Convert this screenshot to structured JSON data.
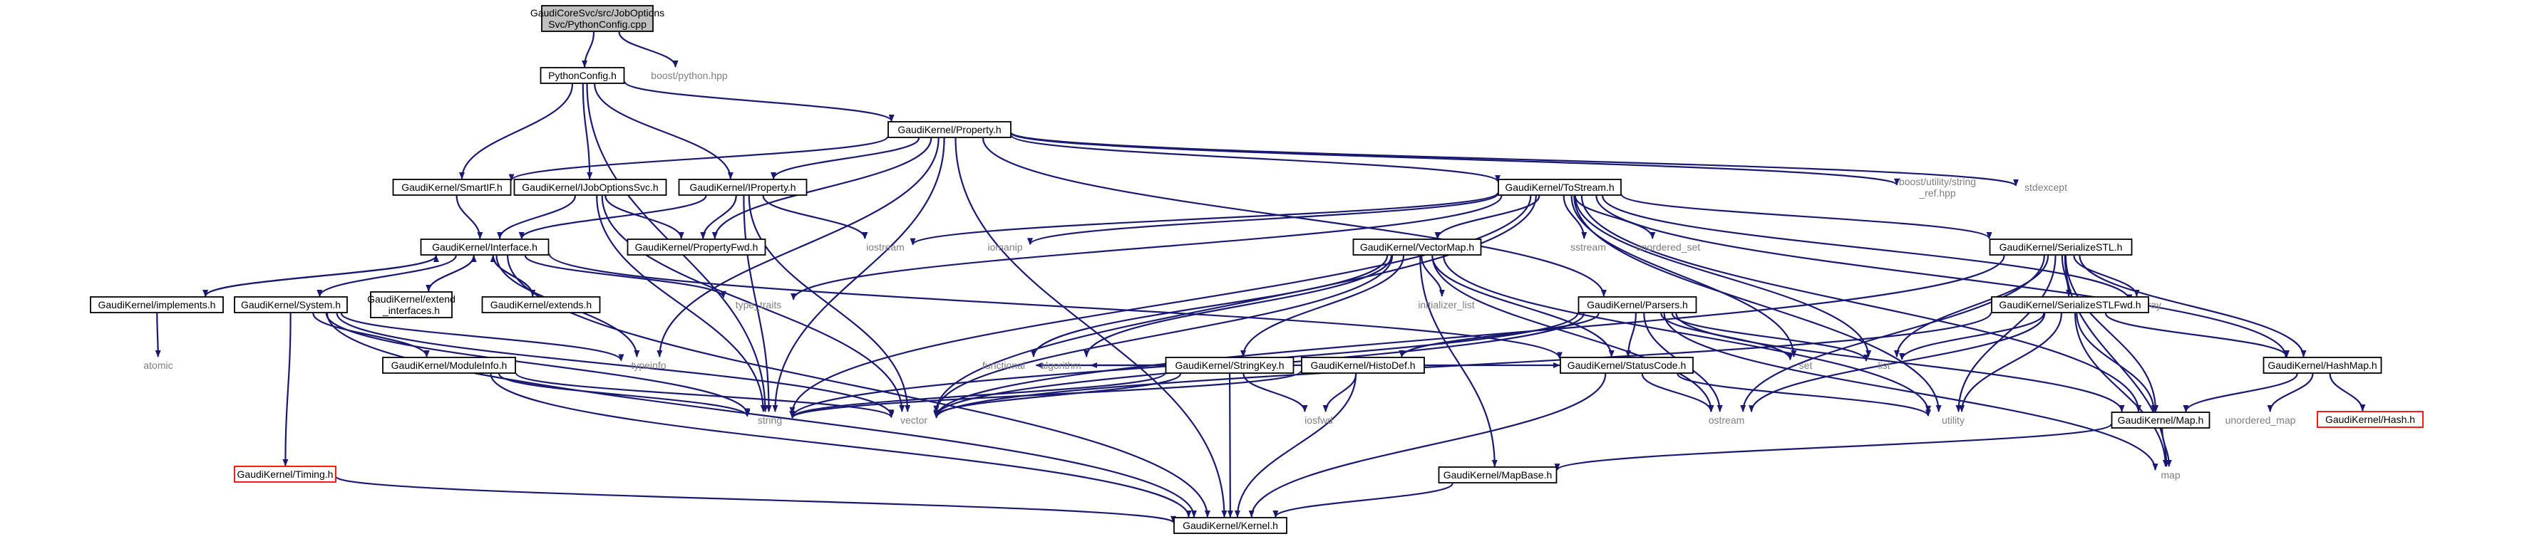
{
  "diagram": {
    "colors": {
      "edge": "#191970",
      "box_border": "#000000",
      "root_fill": "#bfbfbf",
      "node_fill": "#ffffff",
      "missing_border": "#ff0000",
      "label": "#000000",
      "system_label": "#7f7f7f"
    },
    "nodes": [
      {
        "id": "root",
        "lines": [
          "GaudiCoreSvc/src/JobOptions",
          "Svc/PythonConfig.cpp"
        ],
        "style": "root"
      },
      {
        "id": "pythonconfig_h",
        "lines": [
          "PythonConfig.h"
        ],
        "style": "box"
      },
      {
        "id": "boost_python",
        "lines": [
          "boost/python.hpp"
        ],
        "style": "plain"
      },
      {
        "id": "property_h",
        "lines": [
          "GaudiKernel/Property.h"
        ],
        "style": "box"
      },
      {
        "id": "smartif_h",
        "lines": [
          "GaudiKernel/SmartIF.h"
        ],
        "style": "box"
      },
      {
        "id": "ijoboptionssvc_h",
        "lines": [
          "GaudiKernel/IJobOptionsSvc.h"
        ],
        "style": "box"
      },
      {
        "id": "iproperty_h",
        "lines": [
          "GaudiKernel/IProperty.h"
        ],
        "style": "box"
      },
      {
        "id": "tostream_h",
        "lines": [
          "GaudiKernel/ToStream.h"
        ],
        "style": "box"
      },
      {
        "id": "boost_string_ref",
        "lines": [
          "boost/utility/string",
          "_ref.hpp"
        ],
        "style": "plain"
      },
      {
        "id": "stdexcept",
        "lines": [
          "stdexcept"
        ],
        "style": "plain"
      },
      {
        "id": "interface_h",
        "lines": [
          "GaudiKernel/Interface.h"
        ],
        "style": "box"
      },
      {
        "id": "propertyfwd_h",
        "lines": [
          "GaudiKernel/PropertyFwd.h"
        ],
        "style": "box"
      },
      {
        "id": "iostream",
        "lines": [
          "iostream"
        ],
        "style": "plain"
      },
      {
        "id": "iomanip",
        "lines": [
          "iomanip"
        ],
        "style": "plain"
      },
      {
        "id": "vectormap_h",
        "lines": [
          "GaudiKernel/VectorMap.h"
        ],
        "style": "box"
      },
      {
        "id": "sstream",
        "lines": [
          "sstream"
        ],
        "style": "plain"
      },
      {
        "id": "unordered_set",
        "lines": [
          "unordered_set"
        ],
        "style": "plain"
      },
      {
        "id": "serializestl_h",
        "lines": [
          "GaudiKernel/SerializeSTL.h"
        ],
        "style": "box"
      },
      {
        "id": "implements_h",
        "lines": [
          "GaudiKernel/implements.h"
        ],
        "style": "box"
      },
      {
        "id": "system_h",
        "lines": [
          "GaudiKernel/System.h"
        ],
        "style": "box"
      },
      {
        "id": "extend_interfaces_h",
        "lines": [
          "GaudiKernel/extend",
          "_interfaces.h"
        ],
        "style": "box"
      },
      {
        "id": "extends_h",
        "lines": [
          "GaudiKernel/extends.h"
        ],
        "style": "box"
      },
      {
        "id": "type_traits",
        "lines": [
          "type_traits"
        ],
        "style": "plain"
      },
      {
        "id": "initializer_list",
        "lines": [
          "initializer_list"
        ],
        "style": "plain"
      },
      {
        "id": "parsers_h",
        "lines": [
          "GaudiKernel/Parsers.h"
        ],
        "style": "box"
      },
      {
        "id": "array",
        "lines": [
          "array"
        ],
        "style": "plain"
      },
      {
        "id": "serializestlfwd_h",
        "lines": [
          "GaudiKernel/SerializeSTLFwd.h"
        ],
        "style": "box"
      },
      {
        "id": "atomic",
        "lines": [
          "atomic"
        ],
        "style": "plain"
      },
      {
        "id": "stringkey_h",
        "lines": [
          "GaudiKernel/StringKey.h"
        ],
        "style": "box"
      },
      {
        "id": "typeinfo",
        "lines": [
          "typeinfo"
        ],
        "style": "plain"
      },
      {
        "id": "moduleinfo_h",
        "lines": [
          "GaudiKernel/ModuleInfo.h"
        ],
        "style": "box"
      },
      {
        "id": "functional",
        "lines": [
          "functional"
        ],
        "style": "plain"
      },
      {
        "id": "algorithm",
        "lines": [
          "algorithm"
        ],
        "style": "plain"
      },
      {
        "id": "histodef_h",
        "lines": [
          "GaudiKernel/HistoDef.h"
        ],
        "style": "box"
      },
      {
        "id": "statuscode_h",
        "lines": [
          "GaudiKernel/StatusCode.h"
        ],
        "style": "box"
      },
      {
        "id": "set",
        "lines": [
          "set"
        ],
        "style": "plain"
      },
      {
        "id": "list",
        "lines": [
          "list"
        ],
        "style": "plain"
      },
      {
        "id": "hashmap_h",
        "lines": [
          "GaudiKernel/HashMap.h"
        ],
        "style": "box"
      },
      {
        "id": "string",
        "lines": [
          "string"
        ],
        "style": "plain"
      },
      {
        "id": "vector",
        "lines": [
          "vector"
        ],
        "style": "plain"
      },
      {
        "id": "iosfwd",
        "lines": [
          "iosfwd"
        ],
        "style": "plain"
      },
      {
        "id": "ostream",
        "lines": [
          "ostream"
        ],
        "style": "plain"
      },
      {
        "id": "utility",
        "lines": [
          "utility"
        ],
        "style": "plain"
      },
      {
        "id": "map_h",
        "lines": [
          "GaudiKernel/Map.h"
        ],
        "style": "box"
      },
      {
        "id": "unordered_map",
        "lines": [
          "unordered_map"
        ],
        "style": "plain"
      },
      {
        "id": "hash_h",
        "lines": [
          "GaudiKernel/Hash.h"
        ],
        "style": "missing"
      },
      {
        "id": "timing_h",
        "lines": [
          "GaudiKernel/Timing.h"
        ],
        "style": "missing"
      },
      {
        "id": "mapbase_h",
        "lines": [
          "GaudiKernel/MapBase.h"
        ],
        "style": "box"
      },
      {
        "id": "map",
        "lines": [
          "map"
        ],
        "style": "plain"
      },
      {
        "id": "kernel_h",
        "lines": [
          "GaudiKernel/Kernel.h"
        ],
        "style": "box"
      }
    ],
    "edges": [
      [
        "root",
        "pythonconfig_h"
      ],
      [
        "root",
        "boost_python"
      ],
      [
        "pythonconfig_h",
        "property_h"
      ],
      [
        "pythonconfig_h",
        "smartif_h"
      ],
      [
        "pythonconfig_h",
        "ijoboptionssvc_h"
      ],
      [
        "pythonconfig_h",
        "iproperty_h"
      ],
      [
        "pythonconfig_h",
        "string"
      ],
      [
        "property_h",
        "smartif_h"
      ],
      [
        "property_h",
        "iproperty_h"
      ],
      [
        "property_h",
        "propertyfwd_h"
      ],
      [
        "property_h",
        "tostream_h"
      ],
      [
        "property_h",
        "parsers_h"
      ],
      [
        "property_h",
        "string"
      ],
      [
        "property_h",
        "typeinfo"
      ],
      [
        "property_h",
        "boost_string_ref"
      ],
      [
        "property_h",
        "stdexcept"
      ],
      [
        "property_h",
        "kernel_h"
      ],
      [
        "smartif_h",
        "interface_h"
      ],
      [
        "ijoboptionssvc_h",
        "interface_h"
      ],
      [
        "ijoboptionssvc_h",
        "propertyfwd_h"
      ],
      [
        "ijoboptionssvc_h",
        "string"
      ],
      [
        "ijoboptionssvc_h",
        "vector"
      ],
      [
        "iproperty_h",
        "interface_h"
      ],
      [
        "iproperty_h",
        "propertyfwd_h"
      ],
      [
        "iproperty_h",
        "iostream"
      ],
      [
        "iproperty_h",
        "string"
      ],
      [
        "iproperty_h",
        "vector"
      ],
      [
        "tostream_h",
        "iostream"
      ],
      [
        "tostream_h",
        "iomanip"
      ],
      [
        "tostream_h",
        "vectormap_h"
      ],
      [
        "tostream_h",
        "sstream"
      ],
      [
        "tostream_h",
        "unordered_set"
      ],
      [
        "tostream_h",
        "serializestl_h"
      ],
      [
        "tostream_h",
        "array"
      ],
      [
        "tostream_h",
        "type_traits"
      ],
      [
        "tostream_h",
        "string"
      ],
      [
        "tostream_h",
        "vector"
      ],
      [
        "tostream_h",
        "list"
      ],
      [
        "tostream_h",
        "set"
      ],
      [
        "tostream_h",
        "map_h"
      ],
      [
        "tostream_h",
        "hashmap_h"
      ],
      [
        "tostream_h",
        "utility"
      ],
      [
        "interface_h",
        "implements_h"
      ],
      [
        "interface_h",
        "system_h"
      ],
      [
        "interface_h",
        "extend_interfaces_h"
      ],
      [
        "interface_h",
        "extends_h"
      ],
      [
        "interface_h",
        "type_traits"
      ],
      [
        "interface_h",
        "typeinfo"
      ],
      [
        "interface_h",
        "statuscode_h"
      ],
      [
        "interface_h",
        "kernel_h"
      ],
      [
        "implements_h",
        "interface_h"
      ],
      [
        "implements_h",
        "atomic"
      ],
      [
        "extend_interfaces_h",
        "interface_h"
      ],
      [
        "extends_h",
        "interface_h"
      ],
      [
        "system_h",
        "moduleinfo_h"
      ],
      [
        "system_h",
        "timing_h"
      ],
      [
        "system_h",
        "typeinfo"
      ],
      [
        "system_h",
        "string"
      ],
      [
        "system_h",
        "vector"
      ],
      [
        "system_h",
        "kernel_h"
      ],
      [
        "moduleinfo_h",
        "string"
      ],
      [
        "moduleinfo_h",
        "vector"
      ],
      [
        "moduleinfo_h",
        "kernel_h"
      ],
      [
        "timing_h",
        "kernel_h"
      ],
      [
        "vectormap_h",
        "stringkey_h"
      ],
      [
        "vectormap_h",
        "functional"
      ],
      [
        "vectormap_h",
        "algorithm"
      ],
      [
        "vectormap_h",
        "initializer_list"
      ],
      [
        "vectormap_h",
        "statuscode_h"
      ],
      [
        "vectormap_h",
        "mapbase_h"
      ],
      [
        "vectormap_h",
        "vector"
      ],
      [
        "vectormap_h",
        "utility"
      ],
      [
        "vectormap_h",
        "ostream"
      ],
      [
        "stringkey_h",
        "functional"
      ],
      [
        "stringkey_h",
        "algorithm"
      ],
      [
        "stringkey_h",
        "string"
      ],
      [
        "stringkey_h",
        "vector"
      ],
      [
        "stringkey_h",
        "iosfwd"
      ],
      [
        "stringkey_h",
        "kernel_h"
      ],
      [
        "stringkey_h",
        "statuscode_h"
      ],
      [
        "parsers_h",
        "histodef_h"
      ],
      [
        "parsers_h",
        "statuscode_h"
      ],
      [
        "parsers_h",
        "string"
      ],
      [
        "parsers_h",
        "vector"
      ],
      [
        "parsers_h",
        "list"
      ],
      [
        "parsers_h",
        "set"
      ],
      [
        "parsers_h",
        "map"
      ],
      [
        "parsers_h",
        "map_h"
      ],
      [
        "parsers_h",
        "ostream"
      ],
      [
        "histodef_h",
        "string"
      ],
      [
        "histodef_h",
        "iosfwd"
      ],
      [
        "histodef_h",
        "kernel_h"
      ],
      [
        "statuscode_h",
        "ostream"
      ],
      [
        "statuscode_h",
        "utility"
      ],
      [
        "statuscode_h",
        "kernel_h"
      ],
      [
        "serializestl_h",
        "serializestlfwd_h"
      ],
      [
        "serializestl_h",
        "array"
      ],
      [
        "serializestl_h",
        "list"
      ],
      [
        "serializestl_h",
        "map_h"
      ],
      [
        "serializestl_h",
        "hashmap_h"
      ],
      [
        "serializestl_h",
        "ostream"
      ],
      [
        "serializestl_h",
        "utility"
      ],
      [
        "serializestl_h",
        "vector"
      ],
      [
        "serializestl_h",
        "map"
      ],
      [
        "serializestlfwd_h",
        "list"
      ],
      [
        "serializestlfwd_h",
        "map_h"
      ],
      [
        "serializestlfwd_h",
        "hashmap_h"
      ],
      [
        "serializestlfwd_h",
        "utility"
      ],
      [
        "serializestlfwd_h",
        "vector"
      ],
      [
        "serializestlfwd_h",
        "map"
      ],
      [
        "serializestlfwd_h",
        "ostream"
      ],
      [
        "hashmap_h",
        "map_h"
      ],
      [
        "hashmap_h",
        "unordered_map"
      ],
      [
        "hashmap_h",
        "hash_h"
      ],
      [
        "map_h",
        "map"
      ],
      [
        "map_h",
        "mapbase_h"
      ],
      [
        "mapbase_h",
        "kernel_h"
      ]
    ]
  }
}
